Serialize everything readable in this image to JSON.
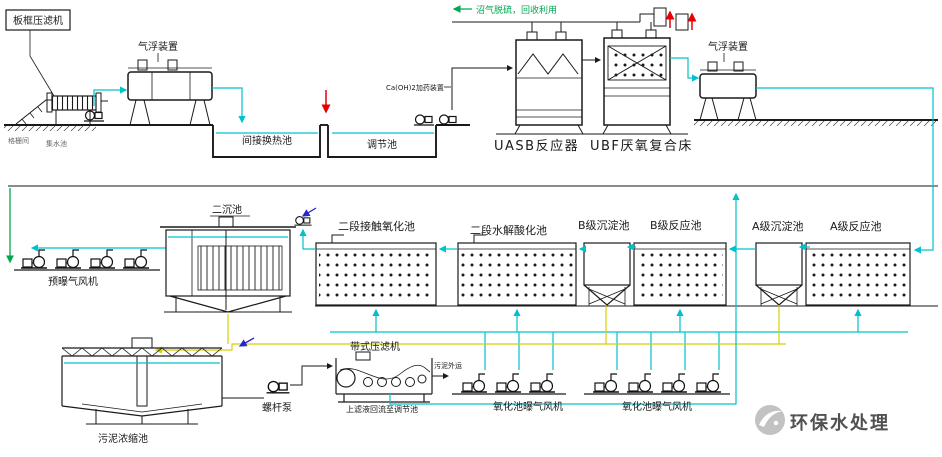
{
  "diagram": {
    "top": {
      "plate_frame_filter": "板框压滤机",
      "air_flotation_left": "气浮装置",
      "screen_room": "格栅间",
      "collection_pool": "集水池",
      "biogas_note": "沼气脱硫，回收利用",
      "dosing_note": "Ca(OH)2加药装置",
      "indirect_heat_pool": "间接换热池",
      "regulating_pool": "调节池",
      "uasb_reactor": "UASB反应器",
      "ubf_bed": "UBF厌氧复合床",
      "air_flotation_right": "气浮装置"
    },
    "middle": {
      "pre_aeration_blower": "预曝气风机",
      "secondary_sedimentation": "二沉池",
      "stage2_contact_oxidation": "二段接触氧化池",
      "stage2_hydrolysis": "二段水解酸化池",
      "b_sedimentation": "B级沉淀池",
      "b_reaction": "B级反应池",
      "a_sedimentation": "A级沉淀池",
      "a_reaction": "A级反应池"
    },
    "bottom": {
      "sludge_thickening": "污泥浓缩池",
      "screw_pump": "螺杆泵",
      "belt_filter_press": "带式压滤机",
      "sludge_out": "污泥外运",
      "filtrate_return": "上滤液回流至调节池",
      "oxidation_blower_1": "氧化池曝气风机",
      "oxidation_blower_2": "氧化池曝气风机"
    },
    "watermark": "环保水处理"
  },
  "colors": {
    "ink": "#1a1a1a",
    "flow_cyan": "#00c2cc",
    "sludge_yellow": "#d6d000",
    "gas_green": "#00a84f",
    "dosing_red": "#e60000",
    "arrow_blue": "#2727cf",
    "watermark_gray": "#515151",
    "background": "#ffffff"
  }
}
